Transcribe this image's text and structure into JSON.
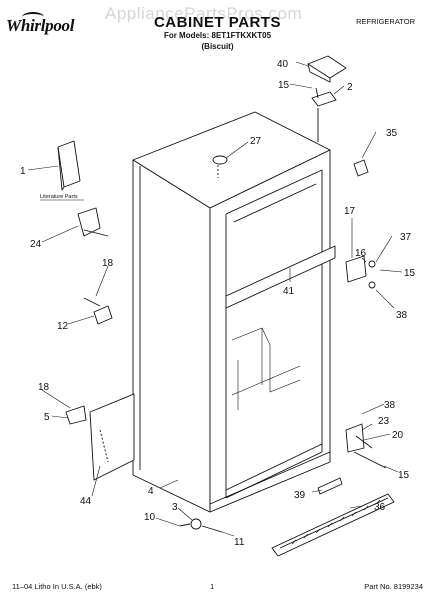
{
  "header": {
    "brand": "Whirlpool",
    "watermark": "AppliancePartsPros.com",
    "title": "CABINET PARTS",
    "models_line": "For Models: 8ET1FTKXKT05",
    "color_line": "(Biscuit)",
    "category": "REFRIGERATOR"
  },
  "diagram": {
    "literature_label": "Literature Parts",
    "callouts": [
      {
        "id": "c40",
        "label": "40"
      },
      {
        "id": "c15a",
        "label": "15"
      },
      {
        "id": "c2",
        "label": "2"
      },
      {
        "id": "c35",
        "label": "35"
      },
      {
        "id": "c27",
        "label": "27"
      },
      {
        "id": "c1",
        "label": "1"
      },
      {
        "id": "c24",
        "label": "24"
      },
      {
        "id": "c17",
        "label": "17"
      },
      {
        "id": "c16",
        "label": "16"
      },
      {
        "id": "c37",
        "label": "37"
      },
      {
        "id": "c15b",
        "label": "15"
      },
      {
        "id": "c18a",
        "label": "18"
      },
      {
        "id": "c41",
        "label": "41"
      },
      {
        "id": "c38a",
        "label": "38"
      },
      {
        "id": "c12",
        "label": "12"
      },
      {
        "id": "c18b",
        "label": "18"
      },
      {
        "id": "c5",
        "label": "5"
      },
      {
        "id": "c38b",
        "label": "38"
      },
      {
        "id": "c23",
        "label": "23"
      },
      {
        "id": "c20",
        "label": "20"
      },
      {
        "id": "c44",
        "label": "44"
      },
      {
        "id": "c15c",
        "label": "15"
      },
      {
        "id": "c4",
        "label": "4"
      },
      {
        "id": "c39",
        "label": "39"
      },
      {
        "id": "c3",
        "label": "3"
      },
      {
        "id": "c36",
        "label": "36"
      },
      {
        "id": "c10",
        "label": "10"
      },
      {
        "id": "c11",
        "label": "11"
      }
    ]
  },
  "footer": {
    "litho": "11–04 Litho In U.S.A. (ebk)",
    "page": "1",
    "part_no": "Part No. 8199234"
  }
}
